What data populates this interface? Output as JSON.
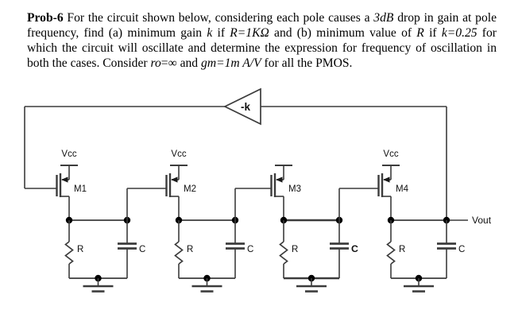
{
  "problem": {
    "lines": [
      [
        {
          "b": true,
          "t": "Prob-6"
        },
        {
          "t": " For the circuit shown below, considering each pole causes a "
        },
        {
          "i": true,
          "t": "3dB"
        },
        {
          "t": " drop in gain at pole"
        }
      ],
      [
        {
          "t": "frequency, find (a) minimum gain "
        },
        {
          "i": true,
          "t": "k"
        },
        {
          "t": " if "
        },
        {
          "i": true,
          "t": "R=1KΩ"
        },
        {
          "t": " and (b) minimum value of "
        },
        {
          "i": true,
          "t": "R"
        },
        {
          "t": " if "
        },
        {
          "i": true,
          "t": "k=0.25"
        },
        {
          "t": " for"
        }
      ],
      [
        {
          "t": "which the circuit will oscillate and determine the expression for frequency of oscillation in"
        }
      ],
      [
        {
          "t": "both the cases. Consider "
        },
        {
          "i": true,
          "t": "ro"
        },
        {
          "t": "=∞ and "
        },
        {
          "i": true,
          "t": "gm=1m A/V"
        },
        {
          "t": " for all the PMOS."
        }
      ]
    ]
  },
  "circuit": {
    "feedback_amp_label": "-k",
    "output_label": "Vout",
    "stages": [
      {
        "transistor": "M1",
        "supply": "Vcc",
        "resistor": "R",
        "capacitor": "C"
      },
      {
        "transistor": "M2",
        "supply": "Vcc",
        "resistor": "R",
        "capacitor": "C"
      },
      {
        "transistor": "M3",
        "supply": "",
        "resistor": "R",
        "capacitor": "C"
      },
      {
        "transistor": "M4",
        "supply": "Vcc",
        "resistor": "R",
        "capacitor": "C"
      }
    ],
    "colors": {
      "wire": "#3c3c3c",
      "dot": "#000000",
      "label": "#101010"
    }
  }
}
